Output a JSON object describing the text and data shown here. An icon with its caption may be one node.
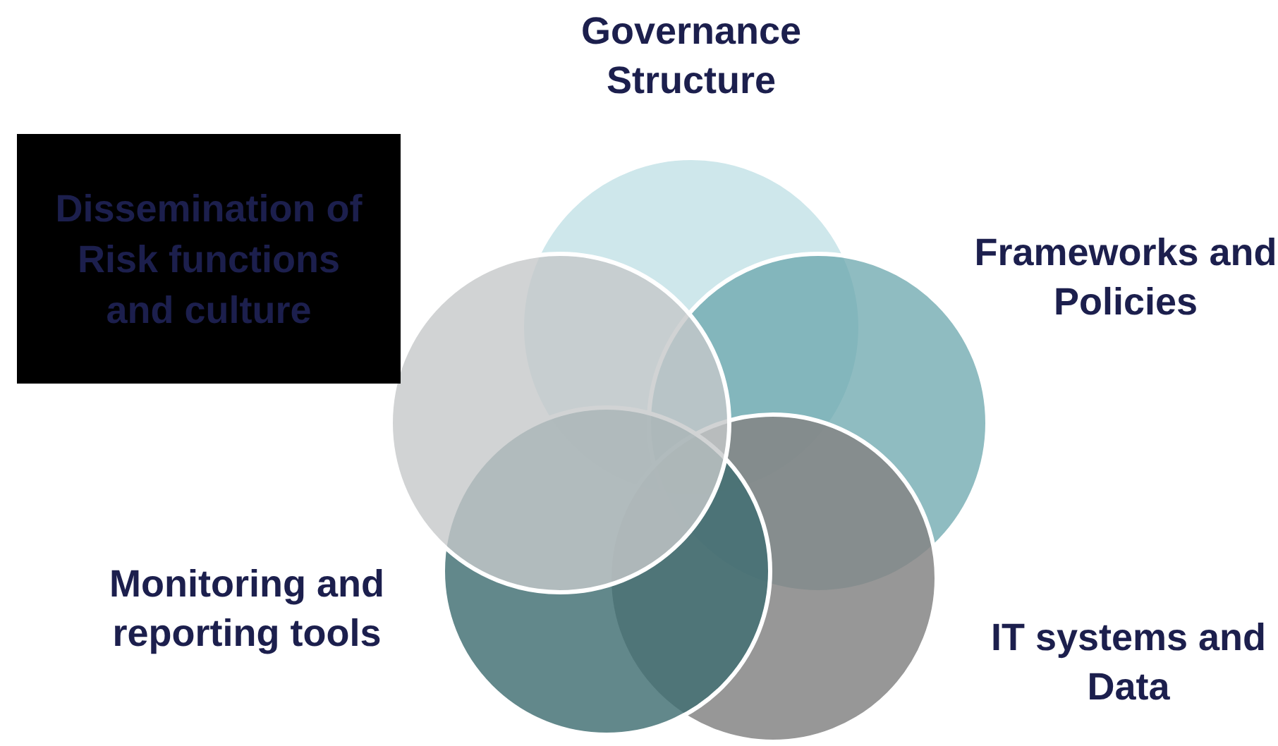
{
  "diagram": {
    "nodes": [
      {
        "text": [
          "Dissemination of Risk functions and culture"
        ]
      }
    ],
    "labels": [
      "Governance Structure",
      "Frameworks and Policies",
      "Monitoring and reporting tools",
      "IT systems and Data"
    ]
  }
}
